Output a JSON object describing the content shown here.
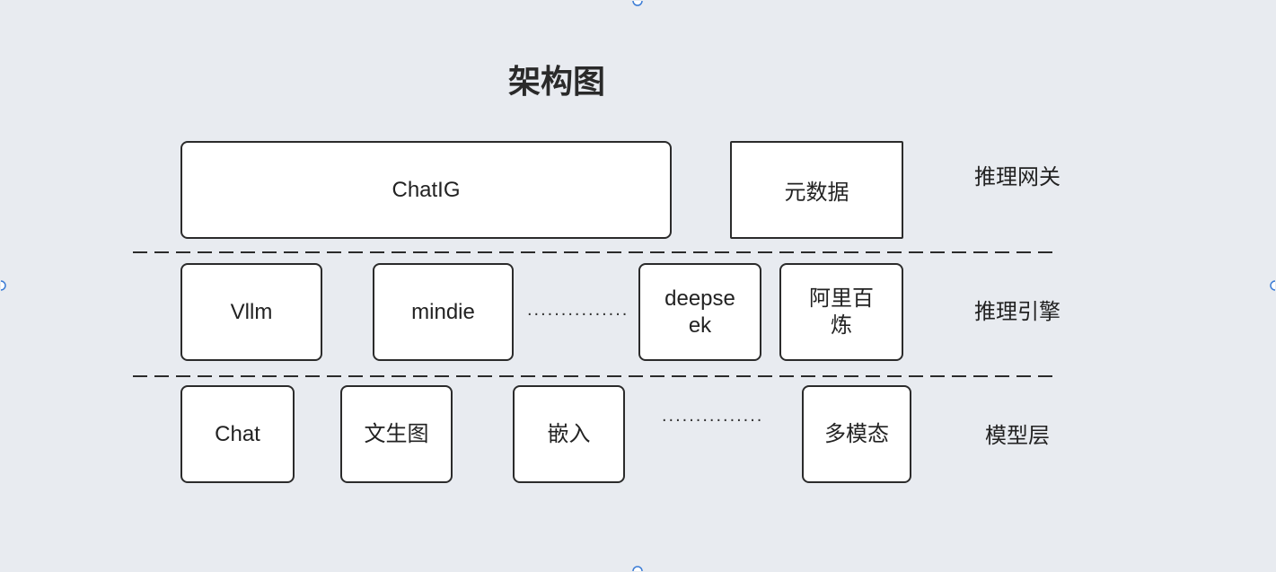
{
  "title": "架构图",
  "gateway": {
    "label": "推理网关",
    "chatig": "ChatIG",
    "metadata": "元数据"
  },
  "engine": {
    "label": "推理引擎",
    "vllm": "Vllm",
    "mindie": "mindie",
    "ellipsis": "...............",
    "deepseek": [
      "deepse",
      "ek"
    ],
    "bailian": [
      "阿里百",
      "炼"
    ]
  },
  "model": {
    "label": "模型层",
    "chat": "Chat",
    "text_to_image": "文生图",
    "embedding": "嵌入",
    "ellipsis": "...............",
    "multimodal": "多模态"
  },
  "colors": {
    "background": "#e8ebf0",
    "border": "#2b2b2b",
    "box_fill": "#ffffff",
    "text": "#222222",
    "handle": "#3a7bd5"
  }
}
